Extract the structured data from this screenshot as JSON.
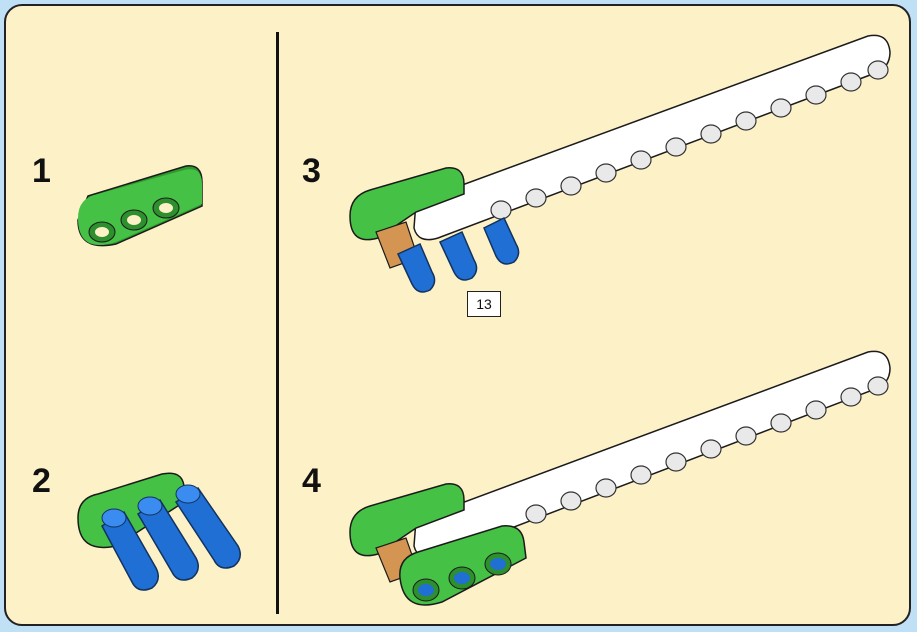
{
  "steps": [
    {
      "number": "1"
    },
    {
      "number": "2"
    },
    {
      "number": "3",
      "callout": "13"
    },
    {
      "number": "4"
    }
  ],
  "colors": {
    "page_background": "#bfe0f5",
    "panel_background": "#fdf1c8",
    "green_beam": "#3cb43c",
    "white_beam": "#ffffff",
    "blue_pin": "#1c63c8",
    "tan_bushing": "#d49552"
  },
  "parts": {
    "step1": [
      "green-3-beam"
    ],
    "step2": [
      "green-3-beam",
      "blue-pin",
      "blue-pin",
      "blue-pin"
    ],
    "step3": [
      "green-3-beam",
      "tan-bushing",
      "blue-pin",
      "blue-pin",
      "blue-pin",
      "white-13-beam"
    ],
    "step4": [
      "green-3-beam",
      "tan-bushing",
      "white-13-beam",
      "green-3-beam"
    ]
  }
}
